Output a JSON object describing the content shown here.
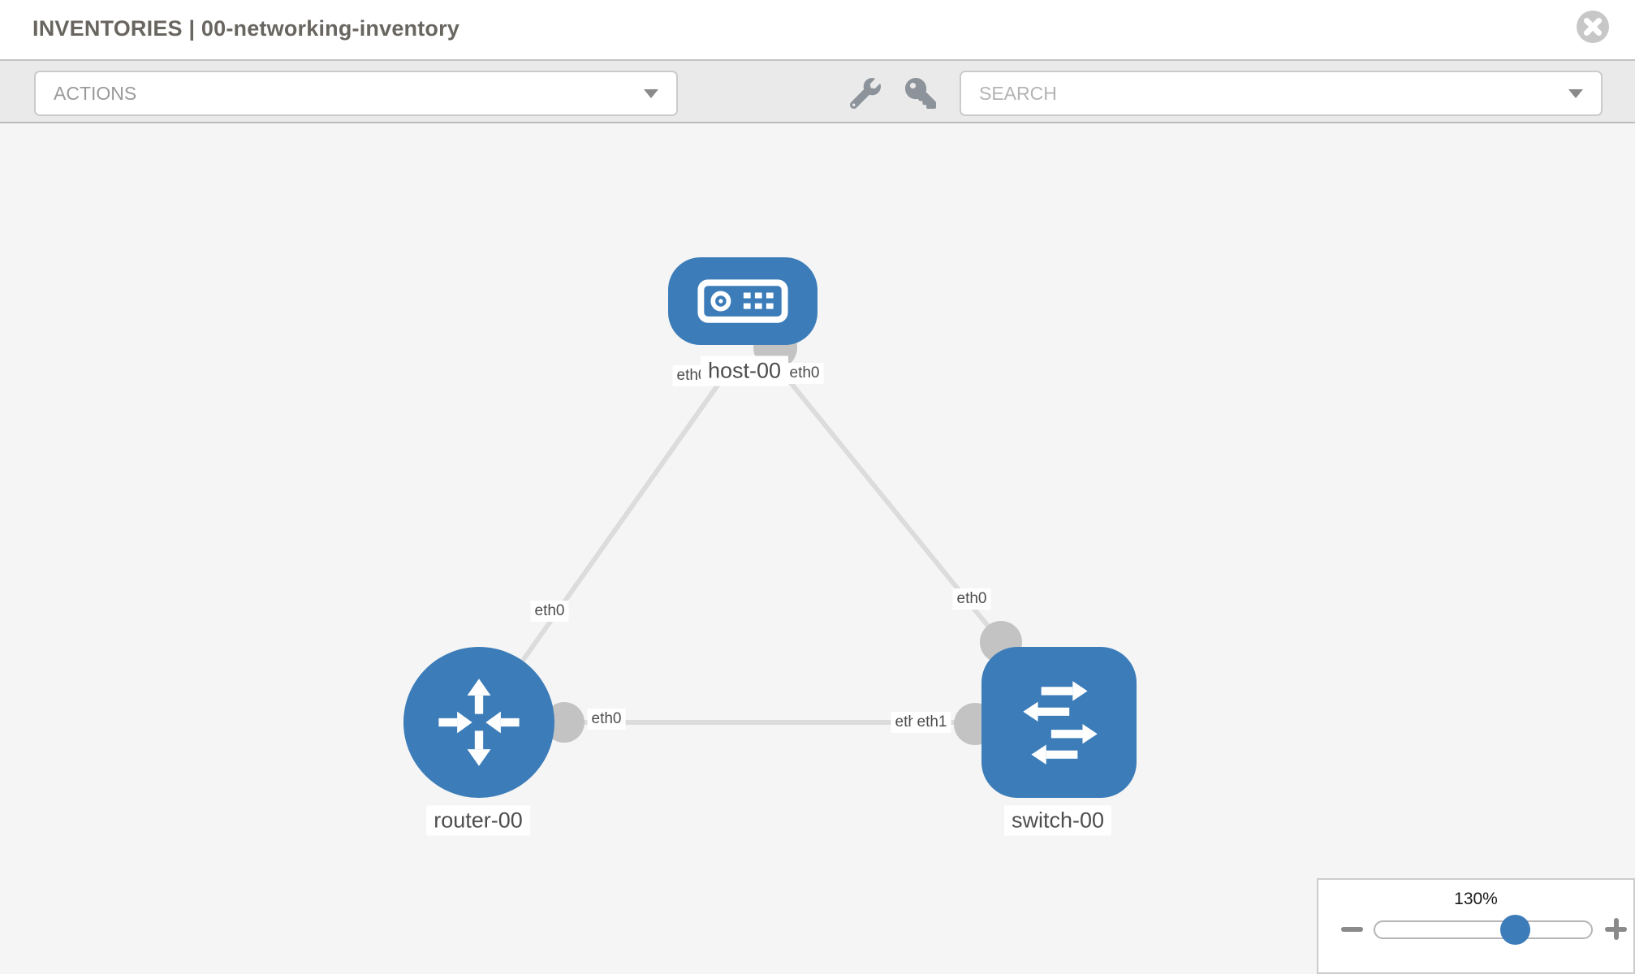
{
  "header": {
    "title": "INVENTORIES | 00-networking-inventory"
  },
  "toolbar": {
    "actions_label": "ACTIONS",
    "search_placeholder": "SEARCH"
  },
  "topology": {
    "nodes": {
      "host": {
        "label": "host-00",
        "type": "host"
      },
      "router": {
        "label": "router-00",
        "type": "router"
      },
      "switch": {
        "label": "switch-00",
        "type": "switch"
      }
    },
    "interfaces": {
      "host_eth_left": "eth0",
      "host_eth_right": "eth0",
      "router_eth_top": "eth0",
      "router_eth_right": "eth0",
      "switch_eth_top": "eth0",
      "switch_eth_left_under": "eth0",
      "switch_eth_left": "eth1"
    }
  },
  "zoom_control": {
    "level": "130%"
  },
  "colors": {
    "node_blue": "#3b7cb9",
    "canvas_bg": "#f5f5f5",
    "edge_gray": "#dcdcdc",
    "connector_gray": "#c3c3c3"
  }
}
